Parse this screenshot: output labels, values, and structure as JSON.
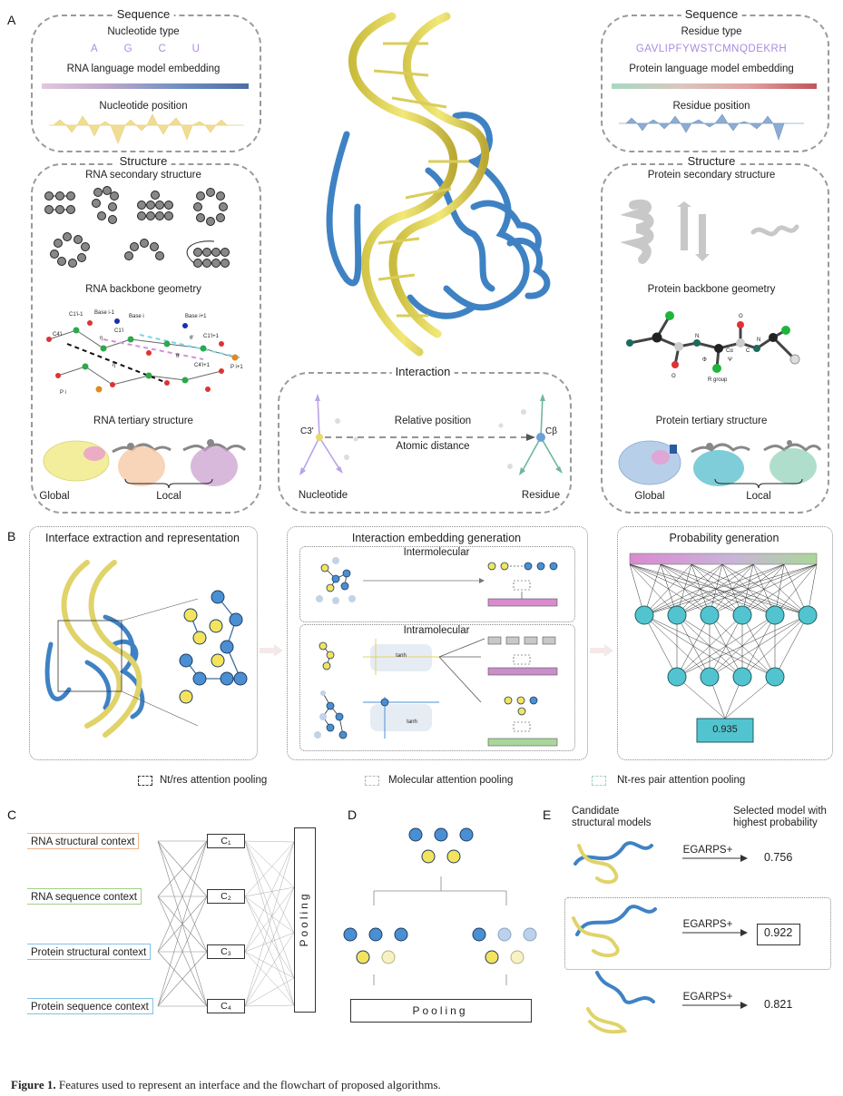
{
  "panels": {
    "a": "A",
    "b": "B",
    "c": "C",
    "d": "D",
    "e": "E"
  },
  "a": {
    "rna_seq": {
      "title": "Sequence",
      "nt_type_label": "Nucleotide type",
      "nucleotides": [
        "A",
        "G",
        "C",
        "U"
      ],
      "lm_label": "RNA language model embedding",
      "pos_label": "Nucleotide position"
    },
    "rna_struct": {
      "title": "Structure",
      "secondary": "RNA secondary structure",
      "backbone": "RNA backbone geometry",
      "tertiary": "RNA tertiary structure",
      "global": "Global",
      "local": "Local",
      "atom_labels": [
        "C1'i-1",
        "Base i-1",
        "C1'i",
        "Base i",
        "Base i+1",
        "C1'i+1",
        "C4'i",
        "P i",
        "η",
        "θ",
        "η'",
        "θ'",
        "P i+1",
        "C4'i+1",
        "P i-1",
        "C4'i-1"
      ]
    },
    "prot_seq": {
      "title": "Sequence",
      "res_type_label": "Residue type",
      "residues": "GAVLIPFYWSTCMNQDEKRH",
      "lm_label": "Protein language model embedding",
      "pos_label": "Residue position"
    },
    "prot_struct": {
      "title": "Structure",
      "secondary": "Protein secondary structure",
      "backbone": "Protein backbone geometry",
      "tertiary": "Protein tertiary structure",
      "global": "Global",
      "local": "Local",
      "atom_labels": [
        "O",
        "N",
        "Φ",
        "Ψ",
        "Cα",
        "C",
        "O",
        "N",
        "R group"
      ]
    },
    "interaction": {
      "title": "Interaction",
      "rel_pos": "Relative position",
      "atomic_dist": "Atomic distance",
      "c3_label": "C3'",
      "cb_label": "Cβ",
      "nucleotide": "Nucleotide",
      "residue": "Residue"
    }
  },
  "b": {
    "interface_title": "Interface extraction and representation",
    "embedding_title": "Interaction embedding generation",
    "inter_label": "Intermolecular",
    "intra_label": "Intramolecular",
    "tanh1": "tanh",
    "tanh2": "tanh",
    "prob_title": "Probability generation",
    "prob_value": "0.935",
    "legend": [
      "Nt/res attention pooling",
      "Molecular attention pooling",
      "Nt-res pair attention pooling"
    ]
  },
  "c": {
    "contexts": [
      "RNA structural context",
      "RNA sequence context",
      "Protein structural context",
      "Protein sequence context"
    ],
    "context_colors": [
      "#f2b48a",
      "#9fd08c",
      "#7fc2e6",
      "#7fc2e6"
    ],
    "c_nodes": [
      "C₁",
      "C₂",
      "C₃",
      "C₄"
    ],
    "pooling": "Pooling"
  },
  "d": {
    "pooling": "Pooling"
  },
  "e": {
    "candidate_label": "Candidate\nstructural models",
    "selected_label": "Selected model with\nhighest probability",
    "models": [
      {
        "method": "EGARPS+",
        "score": "0.756",
        "selected": false
      },
      {
        "method": "EGARPS+",
        "score": "0.922",
        "selected": true
      },
      {
        "method": "EGARPS+",
        "score": "0.821",
        "selected": false
      }
    ]
  },
  "caption": {
    "lead": "Figure 1.",
    "text": " Features used to represent an interface and the flowchart of proposed algorithms."
  },
  "colors": {
    "rna_yellow": "#e6d86a",
    "protein_blue": "#4a86c5",
    "node_blue": "#4a8fd4",
    "node_yellow": "#f4e35c",
    "cyan_node": "#52c4cf",
    "pink_bar": "#d98ad0",
    "green_bar": "#a9d79b",
    "dash_grey": "#9a9a9a"
  }
}
